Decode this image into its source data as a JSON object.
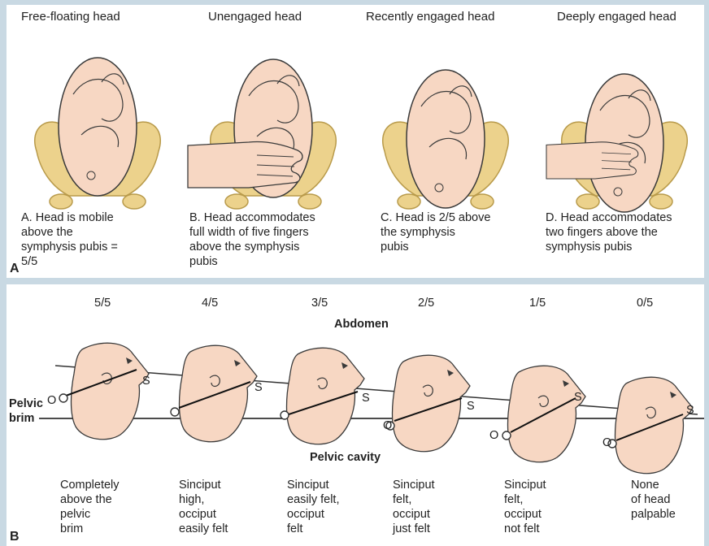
{
  "panel_a": {
    "label": "A",
    "stages": [
      {
        "title": "Free-floating head",
        "caption": "A. Head is mobile\n    above the\n    symphysis pubis =\n    5/5"
      },
      {
        "title": "Unengaged head",
        "caption": "B. Head accommodates\n    full width of five fingers\n    above the symphysis\n    pubis"
      },
      {
        "title": "Recently engaged head",
        "caption": "C. Head is 2/5 above\n    the symphysis\n    pubis"
      },
      {
        "title": "Deeply engaged head",
        "caption": "D. Head accommodates\n    two fingers above the\n    symphysis pubis"
      }
    ]
  },
  "panel_b": {
    "label": "B",
    "fractions": [
      "5/5",
      "4/5",
      "3/5",
      "2/5",
      "1/5",
      "0/5"
    ],
    "abdomen": "Abdomen",
    "pelvic_brim": "Pelvic\nbrim",
    "pelvic_cavity": "Pelvic cavity",
    "sinciput_letter": "S",
    "occiput_letter": "O",
    "descriptions": [
      "Completely\nabove the\npelvic\nbrim",
      "Sinciput\nhigh,\nocciput\neasily felt",
      "Sinciput\neasily felt,\nocciput\nfelt",
      "Sinciput\nfelt,\nocciput\njust felt",
      "Sinciput\nfelt,\nocciput\nnot felt",
      "None\nof head\npalpable"
    ]
  },
  "colors": {
    "skin": "#f7d7c3",
    "outline": "#3a3a3a",
    "pelvis": "#ecd28c",
    "background": "#c9d9e3"
  }
}
